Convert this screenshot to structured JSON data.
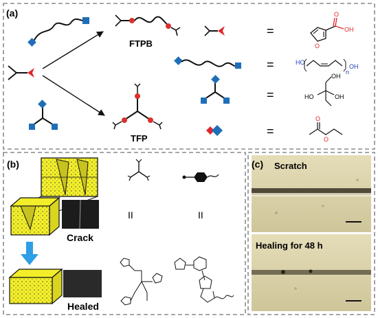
{
  "panels": {
    "a": {
      "label": "(a)",
      "ftpb_label": "FTPB",
      "tfp_label": "TFP",
      "equals": [
        "=",
        "=",
        "=",
        "="
      ],
      "chem_labels": {
        "oh": "OH",
        "o_furan": "O",
        "o_carbonyl": "O",
        "ho_1": "HO",
        "oh_1": "OH",
        "n_subscript": "n",
        "ho_2": "HO",
        "oh_2": "OH",
        "oh_3": "OH",
        "o_ester_1": "O",
        "o_ester_2": "O"
      }
    },
    "b": {
      "label": "(b)",
      "crack_label": "Crack",
      "healed_label": "Healed",
      "equals_1": "II",
      "equals_2": "II"
    },
    "c": {
      "label": "(c)",
      "scratch_label": "Scratch",
      "healing_label": "Healing for 48 h"
    }
  },
  "colors": {
    "red_wedge": "#e0262d",
    "blue_square": "#1f6fb8",
    "yellow_block": "#f2ee2a",
    "arrow_blue": "#2e9ee6",
    "red_dot": "#d9312e",
    "chem_red": "#e0262d",
    "chem_blue": "#1a3fb3",
    "micro_bg": "#d8d0a8"
  }
}
